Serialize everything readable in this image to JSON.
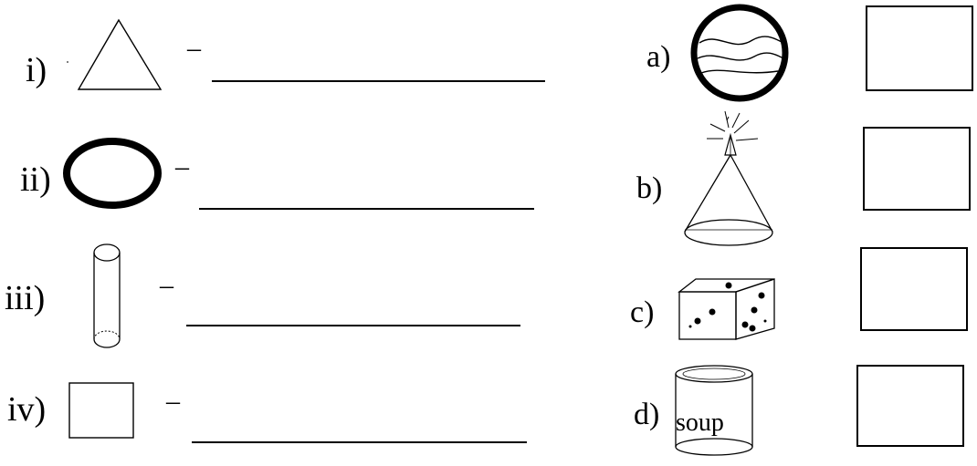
{
  "left_items": [
    {
      "label": "i)",
      "dash": "–",
      "shape": "triangle-icon"
    },
    {
      "label": "ii)",
      "dash": "–",
      "shape": "circle-icon"
    },
    {
      "label": "iii)",
      "dash": "–",
      "shape": "cylinder-icon"
    },
    {
      "label": "iv)",
      "dash": "–",
      "shape": "square-icon"
    }
  ],
  "right_items": [
    {
      "label": "a)",
      "object": "ball-icon"
    },
    {
      "label": "b)",
      "object": "party-hat-cone-icon"
    },
    {
      "label": "c)",
      "object": "dice-cube-icon"
    },
    {
      "label": "d)",
      "object": "soup-can-icon",
      "object_text": "soup"
    }
  ]
}
